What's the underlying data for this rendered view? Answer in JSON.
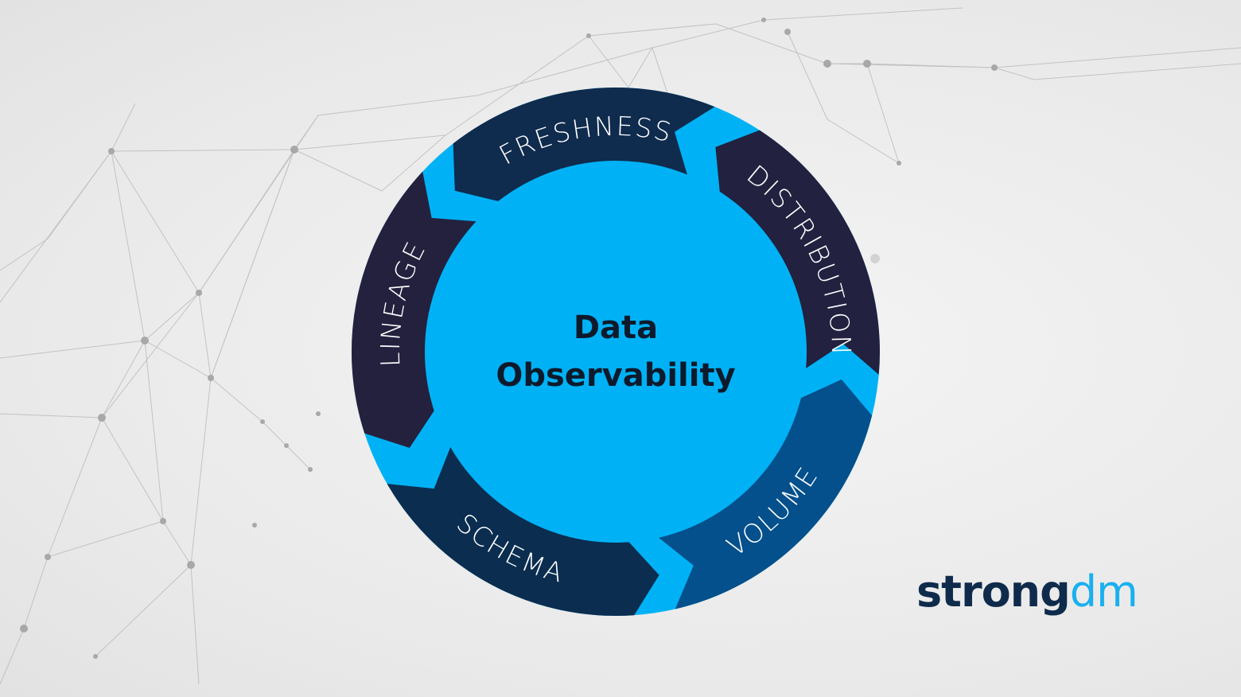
{
  "diagram": {
    "center_title_line1": "Data",
    "center_title_line2": "Observability",
    "segments": [
      {
        "label": "FRESHNESS",
        "color": "#0f2b4d"
      },
      {
        "label": "DISTRIBUTION",
        "color": "#22213f"
      },
      {
        "label": "VOLUME",
        "color": "#04508c"
      },
      {
        "label": "SCHEMA",
        "color": "#0b2d50"
      },
      {
        "label": "LINEAGE",
        "color": "#23213e"
      }
    ],
    "ring_color": "#00b2f5"
  },
  "logo": {
    "part1": "strong",
    "part2": "dm",
    "text": "strongdm"
  }
}
